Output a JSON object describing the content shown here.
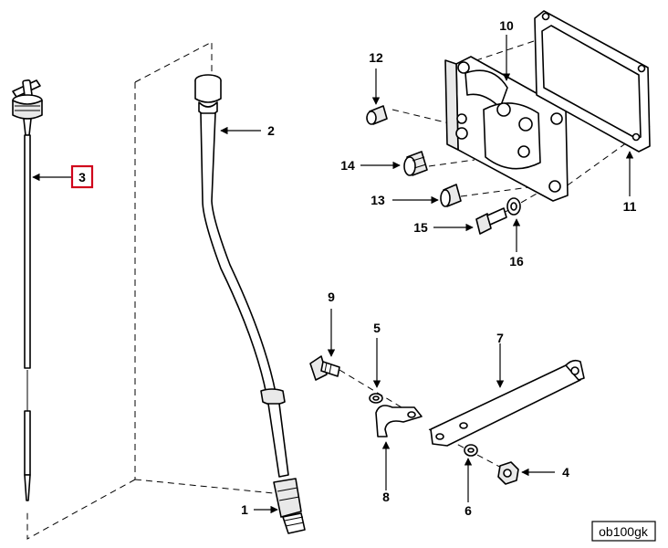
{
  "diagram": {
    "reference_code": "ob100gk",
    "highlight_color": "#d0021b",
    "callouts": [
      {
        "id": "1",
        "label": "1"
      },
      {
        "id": "2",
        "label": "2"
      },
      {
        "id": "3",
        "label": "3",
        "highlighted": true
      },
      {
        "id": "4",
        "label": "4"
      },
      {
        "id": "5",
        "label": "5"
      },
      {
        "id": "6",
        "label": "6"
      },
      {
        "id": "7",
        "label": "7"
      },
      {
        "id": "8",
        "label": "8"
      },
      {
        "id": "9",
        "label": "9"
      },
      {
        "id": "10",
        "label": "10"
      },
      {
        "id": "11",
        "label": "11"
      },
      {
        "id": "12",
        "label": "12"
      },
      {
        "id": "13",
        "label": "13"
      },
      {
        "id": "14",
        "label": "14"
      },
      {
        "id": "15",
        "label": "15"
      },
      {
        "id": "16",
        "label": "16"
      }
    ]
  }
}
